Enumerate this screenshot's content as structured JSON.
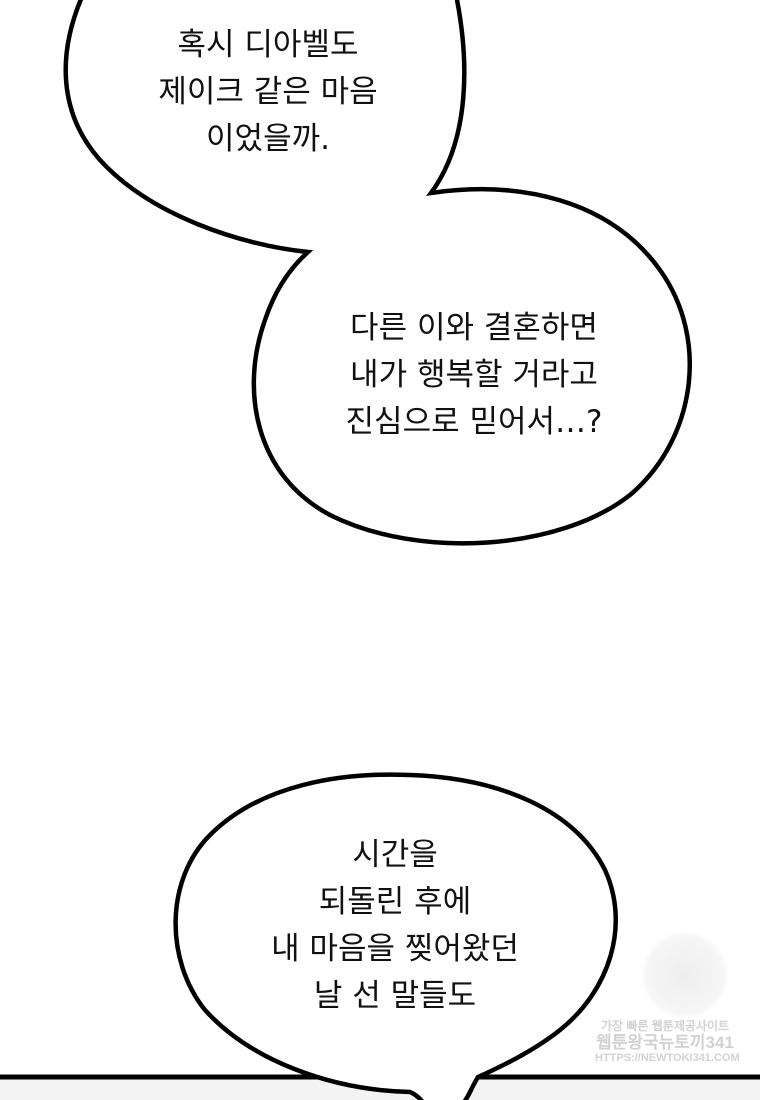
{
  "bubbles": [
    {
      "lines": [
        "혹시 디아벨도",
        "제이크 같은 마음",
        "이었을까."
      ]
    },
    {
      "lines": [
        "다른 이와 결혼하면",
        "내가 행복할 거라고",
        "진심으로 믿어서…?"
      ]
    },
    {
      "lines": [
        "시간을",
        "되돌린 후에",
        "내 마음을 찢어왔던",
        "날 선 말들도"
      ]
    }
  ],
  "watermark": {
    "line1": "가장 빠른 웹툰제공사이트",
    "line2": "웹툰왕국뉴토끼341",
    "line3": "HTTPS://NEWTOKI341.COM"
  }
}
